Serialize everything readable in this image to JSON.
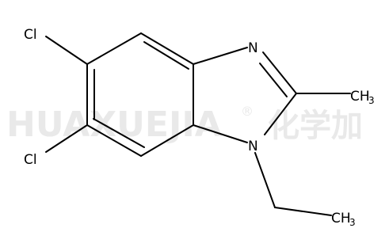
{
  "watermark": {
    "brand": "HUAXUEJIA",
    "registered": "®",
    "chinese": "化学加"
  },
  "atoms": {
    "cl_top": "Cl",
    "cl_bottom": "Cl",
    "n3": "N",
    "n1": "N",
    "methyl_c": "CH",
    "methyl_sub": "3",
    "ethyl_c": "CH",
    "ethyl_sub": "3"
  },
  "colors": {
    "bond": "#000000",
    "watermark": "#e9e9e9"
  }
}
